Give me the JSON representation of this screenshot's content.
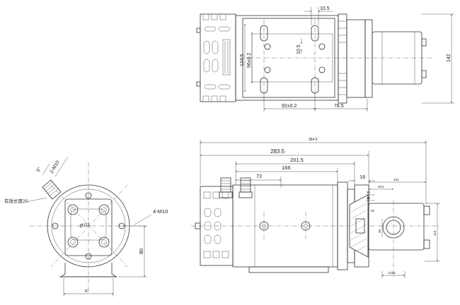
{
  "top_view": {
    "dims": {
      "d_10_5_top": "10.5",
      "d_10_5_mid": "10.5",
      "d_124_5": "124.5",
      "d_96": "96±0.2",
      "d_142": "142",
      "d_92": "92±0.2",
      "d_78_5": "78.5"
    }
  },
  "end_view": {
    "dims": {
      "d_5deg": "5°",
      "d_2m10": "2-M10",
      "d_4m10": "4-M10",
      "d_80": "80",
      "d_bottom": "87",
      "d_center": "Ø111"
    },
    "note": "有效长度20"
  },
  "side_view": {
    "dims": {
      "d_total": "364.5",
      "d_283": "283.5",
      "d_201": "201.5",
      "d_166": "166",
      "d_72": "72",
      "d_16": "16",
      "d_101": "101",
      "d_48": "48.5",
      "d_25": "25",
      "d_13": "13",
      "d_116": "116",
      "d_30": "30",
      "d_32": "32",
      "d_bottom": "G3/4"
    }
  }
}
